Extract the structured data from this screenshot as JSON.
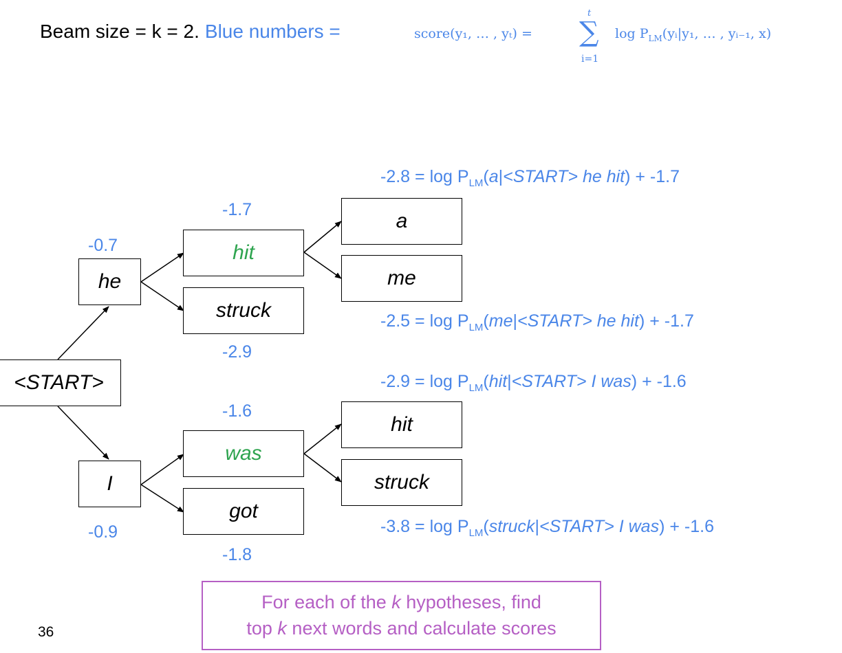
{
  "header": {
    "beam_text": "Beam size = k = 2.",
    "blue_text": "Blue numbers =",
    "formula": {
      "lhs": "score(y₁, … , yₜ) =",
      "sum_top": "t",
      "sum_sign": "∑",
      "sum_bottom": "i=1",
      "rhs": "log P",
      "rhs_sub": "LM",
      "rhs_tail": "(yᵢ|y₁, … , yᵢ₋₁, x)"
    }
  },
  "nodes": {
    "start": "<START>",
    "he": "he",
    "i": "I",
    "hit": "hit",
    "struck": "struck",
    "was": "was",
    "got": "got",
    "a": "a",
    "me": "me",
    "hit2": "hit",
    "struck2": "struck"
  },
  "scores": {
    "he": "-0.7",
    "i": "-0.9",
    "hit": "-1.7",
    "struck": "-2.9",
    "was": "-1.6",
    "got": "-1.8"
  },
  "equations": [
    {
      "score": "-2.8",
      "pre": "= log P",
      "sub": "LM",
      "word": "a",
      "context": "<START> he hit",
      "post": "+ -1.7"
    },
    {
      "score": "-2.5",
      "pre": "= log P",
      "sub": "LM",
      "word": "me",
      "context": "<START> he hit",
      "post": "+ -1.7"
    },
    {
      "score": "-2.9",
      "pre": "= log P",
      "sub": "LM",
      "word": "hit",
      "context": "<START> I was",
      "post": "+ -1.6"
    },
    {
      "score": "-3.8",
      "pre": "= log P",
      "sub": "LM",
      "word": "struck",
      "context": "<START> I was",
      "post": "+ -1.6"
    }
  ],
  "note": {
    "line1_pre": "For each of the ",
    "line1_k": "k",
    "line1_post": " hypotheses, find",
    "line2_pre": "top ",
    "line2_k": "k",
    "line2_post": " next words and calculate scores"
  },
  "page_number": "36",
  "colors": {
    "blue": "#4a86e8",
    "green": "#2ea44f",
    "purple": "#b55fc4"
  }
}
